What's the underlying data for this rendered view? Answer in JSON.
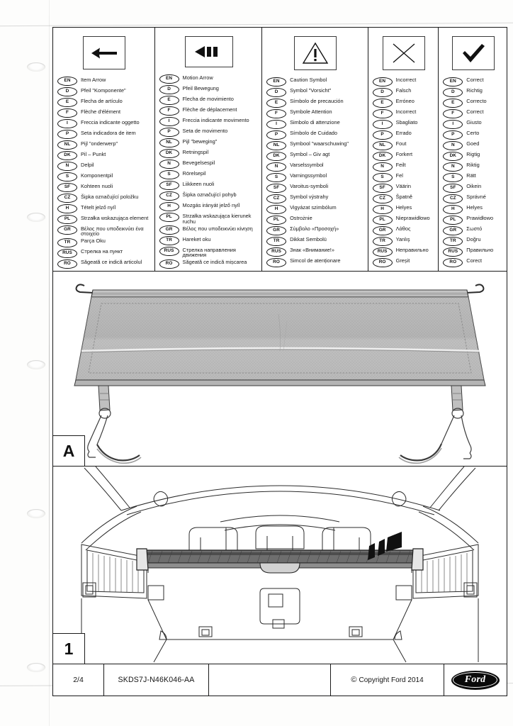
{
  "document": {
    "title": "Ford Accessory Fitting Instruction - Load Compartment Cover",
    "page_number": "2/4",
    "part_number": "SKDS7J-N46K046-AA",
    "copyright": "Copyright Ford 2014",
    "copyright_symbol": "©",
    "brand": "Ford"
  },
  "legend": {
    "columns": [
      {
        "icon": "item-arrow-icon",
        "icon_label": "Item Arrow",
        "entries": [
          {
            "code": "EN",
            "text": "Item Arrow"
          },
          {
            "code": "D",
            "text": "Pfeil \"Komponente\""
          },
          {
            "code": "E",
            "text": "Flecha de artículo"
          },
          {
            "code": "F",
            "text": "Flèche d'élément"
          },
          {
            "code": "I",
            "text": "Freccia indicante oggetto"
          },
          {
            "code": "P",
            "text": "Seta indicadora de item"
          },
          {
            "code": "NL",
            "text": "Pijl \"onderwerp\""
          },
          {
            "code": "DK",
            "text": "Pil – Punkt"
          },
          {
            "code": "N",
            "text": "Delpil"
          },
          {
            "code": "S",
            "text": "Komponentpil"
          },
          {
            "code": "SF",
            "text": "Kohteen nuoli"
          },
          {
            "code": "CZ",
            "text": "Šipka označující položku"
          },
          {
            "code": "H",
            "text": "Tételt jelző nyíl"
          },
          {
            "code": "PL",
            "text": "Strzałka wskazująca element"
          },
          {
            "code": "GR",
            "text": "Βέλος που υποδεικνύει ένα στοιχείο"
          },
          {
            "code": "TR",
            "text": "Parça Oku"
          },
          {
            "code": "RUS",
            "text": "Стрелка на пункт"
          },
          {
            "code": "RO",
            "text": "Săgeată ce indică articolul"
          }
        ]
      },
      {
        "icon": "motion-arrow-icon",
        "icon_label": "Motion Arrow",
        "entries": [
          {
            "code": "EN",
            "text": "Motion Arrow"
          },
          {
            "code": "D",
            "text": "Pfeil Bewegung"
          },
          {
            "code": "E",
            "text": "Flecha de movimiento"
          },
          {
            "code": "F",
            "text": "Flèche de déplacement"
          },
          {
            "code": "I",
            "text": "Freccia indicante movimento"
          },
          {
            "code": "P",
            "text": "Seta de movimento"
          },
          {
            "code": "NL",
            "text": "Pijl \"beweging\""
          },
          {
            "code": "DK",
            "text": "Retningspil"
          },
          {
            "code": "N",
            "text": "Bevegelsespil"
          },
          {
            "code": "S",
            "text": "Rörelsepil"
          },
          {
            "code": "SF",
            "text": "Liikkeen nuoli"
          },
          {
            "code": "CZ",
            "text": "Šipka označující pohyb"
          },
          {
            "code": "H",
            "text": "Mozgás irányát jelző nyíl"
          },
          {
            "code": "PL",
            "text": "Strzałka wskazująca kierunek ruchu"
          },
          {
            "code": "GR",
            "text": "Βέλος που υποδεικνύει κίνηση"
          },
          {
            "code": "TR",
            "text": "Hareket oku"
          },
          {
            "code": "RUS",
            "text": "Стрелка направления движения"
          },
          {
            "code": "RO",
            "text": "Săgeată ce indică mișcarea"
          }
        ]
      },
      {
        "icon": "caution-symbol-icon",
        "icon_label": "Caution Symbol",
        "entries": [
          {
            "code": "EN",
            "text": "Caution Symbol"
          },
          {
            "code": "D",
            "text": "Symbol \"Vorsicht\""
          },
          {
            "code": "E",
            "text": "Símbolo de precaución"
          },
          {
            "code": "F",
            "text": "Symbole Attention"
          },
          {
            "code": "I",
            "text": "Simbolo di attenzione"
          },
          {
            "code": "P",
            "text": "Símbolo de Cuidado"
          },
          {
            "code": "NL",
            "text": "Symbool \"waarschuwing\""
          },
          {
            "code": "DK",
            "text": "Symbol – Giv agt"
          },
          {
            "code": "N",
            "text": "Varselssymbol"
          },
          {
            "code": "S",
            "text": "Varningssymbol"
          },
          {
            "code": "SF",
            "text": "Varoitus-symboli"
          },
          {
            "code": "CZ",
            "text": "Symbol výstrahy"
          },
          {
            "code": "H",
            "text": "Vigyázat szimbólum"
          },
          {
            "code": "PL",
            "text": "Ostrożnie"
          },
          {
            "code": "GR",
            "text": "Σύμβολο «Προσοχή»"
          },
          {
            "code": "TR",
            "text": "Dikkat Sembolü"
          },
          {
            "code": "RUS",
            "text": "Знак «Внимание!»"
          },
          {
            "code": "RO",
            "text": "Simcol de atenționare"
          }
        ]
      },
      {
        "icon": "incorrect-cross-icon",
        "icon_label": "Incorrect",
        "entries": [
          {
            "code": "EN",
            "text": "Incorrect"
          },
          {
            "code": "D",
            "text": "Falsch"
          },
          {
            "code": "E",
            "text": "Erróneo"
          },
          {
            "code": "F",
            "text": "Incorrect"
          },
          {
            "code": "I",
            "text": "Sbagliato"
          },
          {
            "code": "P",
            "text": "Errado"
          },
          {
            "code": "NL",
            "text": "Fout"
          },
          {
            "code": "DK",
            "text": "Forkert"
          },
          {
            "code": "N",
            "text": "Feilt"
          },
          {
            "code": "S",
            "text": "Fel"
          },
          {
            "code": "SF",
            "text": "Väärin"
          },
          {
            "code": "CZ",
            "text": "Špatně"
          },
          {
            "code": "H",
            "text": "Helyes"
          },
          {
            "code": "PL",
            "text": "Nieprawidłowo"
          },
          {
            "code": "GR",
            "text": "Λάθος"
          },
          {
            "code": "TR",
            "text": "Yanlış"
          },
          {
            "code": "RUS",
            "text": "Неправильно"
          },
          {
            "code": "RO",
            "text": "Greșit"
          }
        ]
      },
      {
        "icon": "correct-check-icon",
        "icon_label": "Correct",
        "entries": [
          {
            "code": "EN",
            "text": "Correct"
          },
          {
            "code": "D",
            "text": "Richtig"
          },
          {
            "code": "E",
            "text": "Correcto"
          },
          {
            "code": "F",
            "text": "Correct"
          },
          {
            "code": "I",
            "text": "Giusto"
          },
          {
            "code": "P",
            "text": "Certo"
          },
          {
            "code": "N",
            "text": "Goed"
          },
          {
            "code": "DK",
            "text": "Rigtig"
          },
          {
            "code": "N",
            "text": "Riktig"
          },
          {
            "code": "S",
            "text": "Rätt"
          },
          {
            "code": "SF",
            "text": "Oikein"
          },
          {
            "code": "CZ",
            "text": "Správné"
          },
          {
            "code": "H",
            "text": "Helyes"
          },
          {
            "code": "PL",
            "text": "Prawidłowo"
          },
          {
            "code": "GR",
            "text": "Σωστό"
          },
          {
            "code": "TR",
            "text": "Doğru"
          },
          {
            "code": "RUS",
            "text": "Правильно"
          },
          {
            "code": "RO",
            "text": "Corect"
          }
        ]
      }
    ]
  },
  "panels": [
    {
      "label": "A",
      "name": "load-compartment-cover-part-diagram",
      "description": "Load compartment cargo net cover with end rods and two adjustable retaining straps with hooks"
    },
    {
      "label": "1",
      "name": "vehicle-interior-installation-step",
      "description": "Rear interior view of vehicle showing cover bar installed behind rear seat headrests with motion arrow"
    }
  ]
}
